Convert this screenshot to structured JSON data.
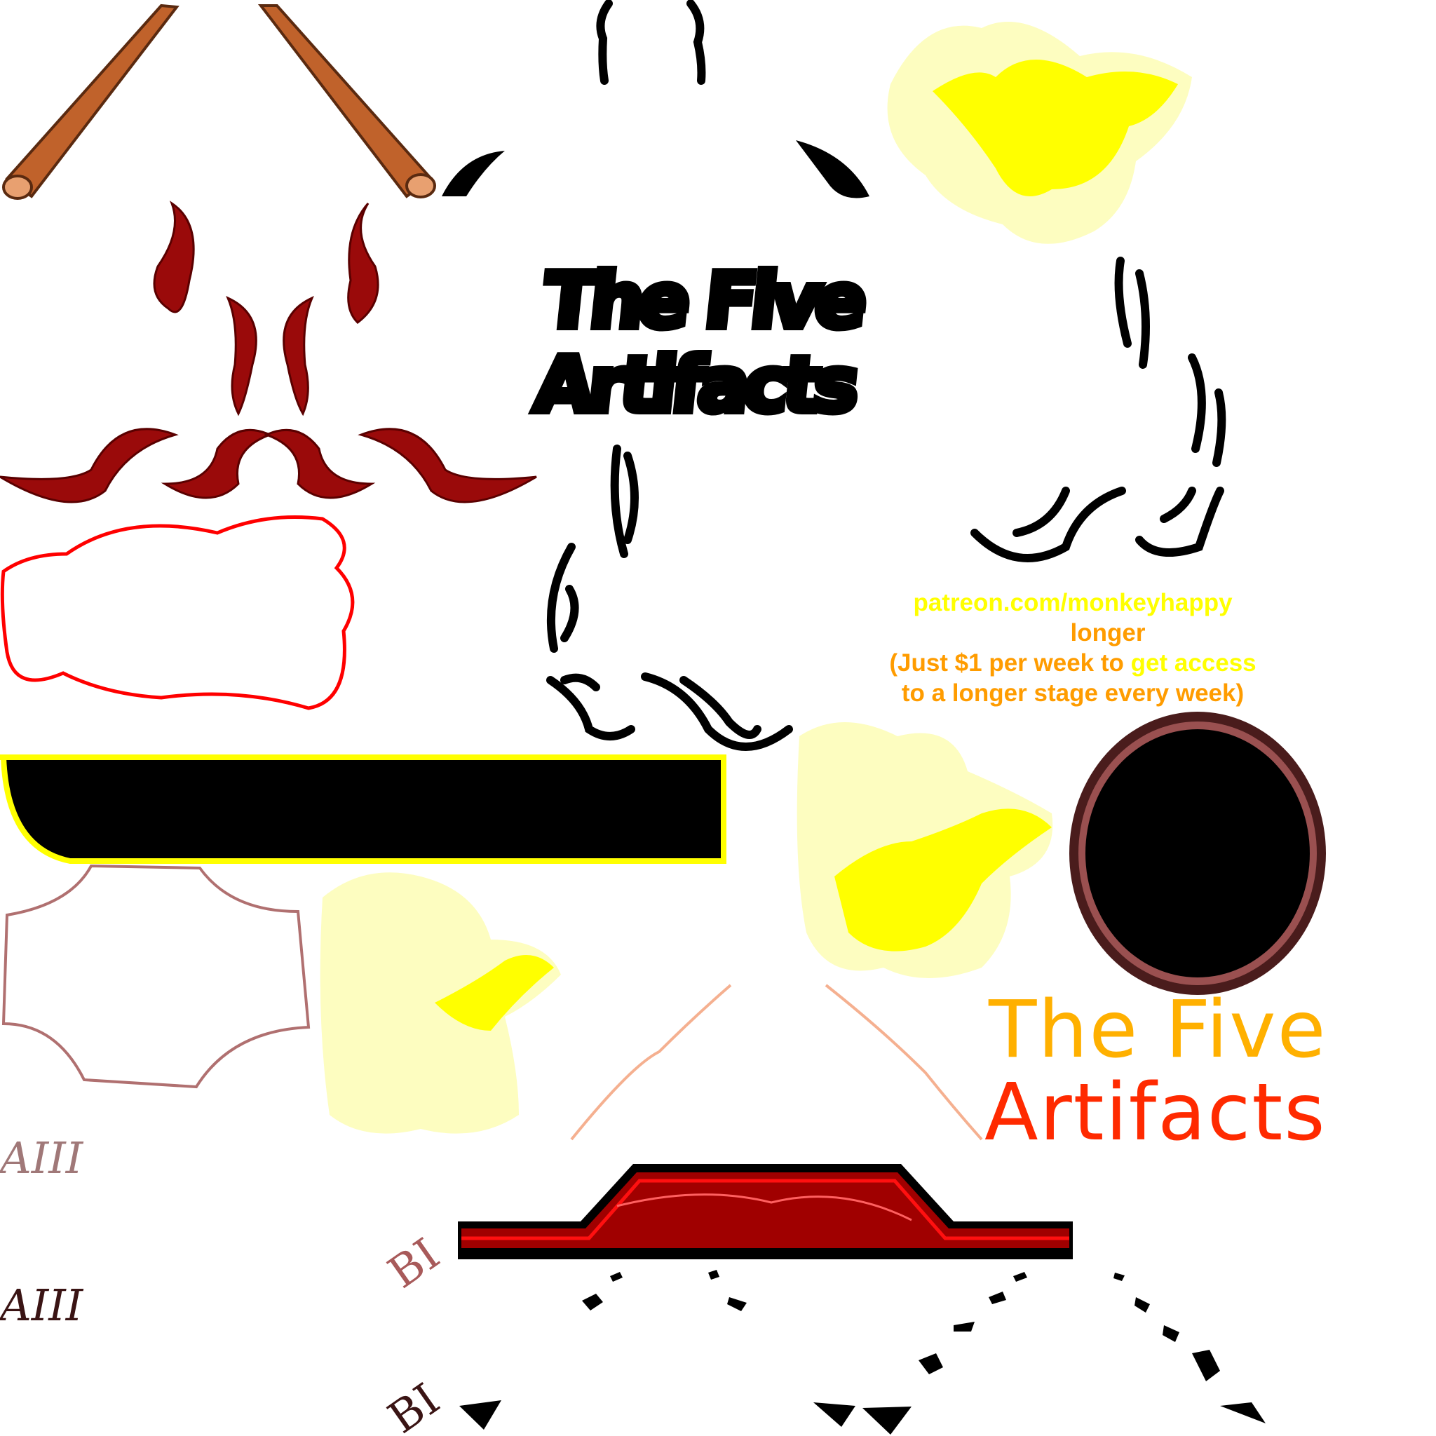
{
  "logo_black": {
    "line1": "The Five",
    "line2": "Artifacts"
  },
  "logo_color": {
    "line1": "The Five",
    "line2": "Artifacts"
  },
  "promo": {
    "url": "patreon.com/monkeyhappy",
    "line2": "longer",
    "line3a": "(Just $1 per week to ",
    "line3b": "get access",
    "line4": "to a longer stage every week)"
  },
  "tags": {
    "a_light": "AIII",
    "a_dark": "AIII",
    "b_light": "BI",
    "b_dark": "BI"
  },
  "colors": {
    "stick": "#c0622b",
    "horn": "#9a0a0a",
    "frame_red": "#ff0000",
    "flame": "#ffff00",
    "orange": "#ff9c00",
    "circle_rim": "#6b2a2a"
  }
}
